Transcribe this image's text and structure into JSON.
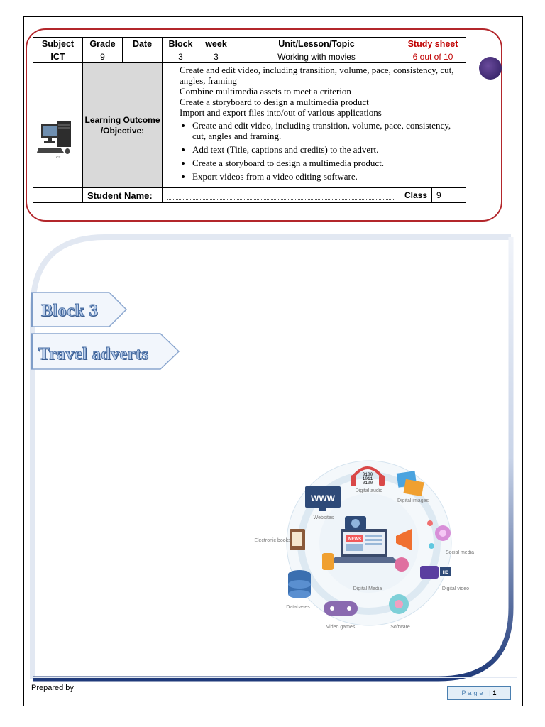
{
  "header": {
    "columns": [
      "Subject",
      "Grade",
      "Date",
      "Block",
      "week",
      "Unit/Lesson/Topic",
      "Study sheet"
    ],
    "row": {
      "subject": "ICT",
      "grade": "9",
      "date": "",
      "block": "3",
      "week": "3",
      "topic": "Working with movies",
      "study_sheet": "6 out of 10"
    },
    "learning_outcome_label": "Learning Outcome /Objective:",
    "objectives": [
      "Create and edit video, including transition, volume, pace, consistency, cut, angles, framing",
      "Combine multimedia assets to meet a criterion",
      "Create a storyboard to design a multimedia product",
      "Import and export files into/out of various applications"
    ],
    "bullets": [
      "Create and edit video, including transition, volume, pace, consistency, cut, angles and framing.",
      "Add text (Title, captions and credits) to the advert.",
      "Create a storyboard to design a multimedia product.",
      "Export videos from a video editing software."
    ],
    "student_name_label": "Student Name:",
    "class_label": "Class",
    "class_value": "9",
    "accent_color": "#c00000",
    "icon_caption": "ICT"
  },
  "banners": {
    "block": "Block 3",
    "title": "Travel adverts"
  },
  "illustration": {
    "center_label": "Digital Media",
    "labels": [
      "Websites",
      "Digital audio",
      "Digital images",
      "Social media",
      "Digital video",
      "Software",
      "Video games",
      "Databases",
      "Electronic books"
    ],
    "www": "WWW",
    "binary": [
      "0100",
      "1011",
      "0100"
    ],
    "news": "NEWS",
    "hd": "HD"
  },
  "footer": {
    "prepared_by": "Prepared by",
    "page_word": "Page",
    "page_number": "1"
  }
}
